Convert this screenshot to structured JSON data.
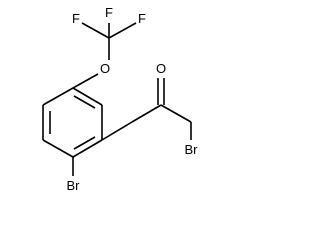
{
  "molecule": {
    "atoms": [
      {
        "id": "F1",
        "label": "F"
      },
      {
        "id": "F2",
        "label": "F"
      },
      {
        "id": "F3",
        "label": "F"
      },
      {
        "id": "O1",
        "label": "O"
      },
      {
        "id": "O2",
        "label": "O"
      },
      {
        "id": "Br1",
        "label": "Br"
      },
      {
        "id": "Br2",
        "label": "Br"
      }
    ]
  },
  "colors": {
    "ink": "#000000",
    "background": "#ffffff"
  }
}
